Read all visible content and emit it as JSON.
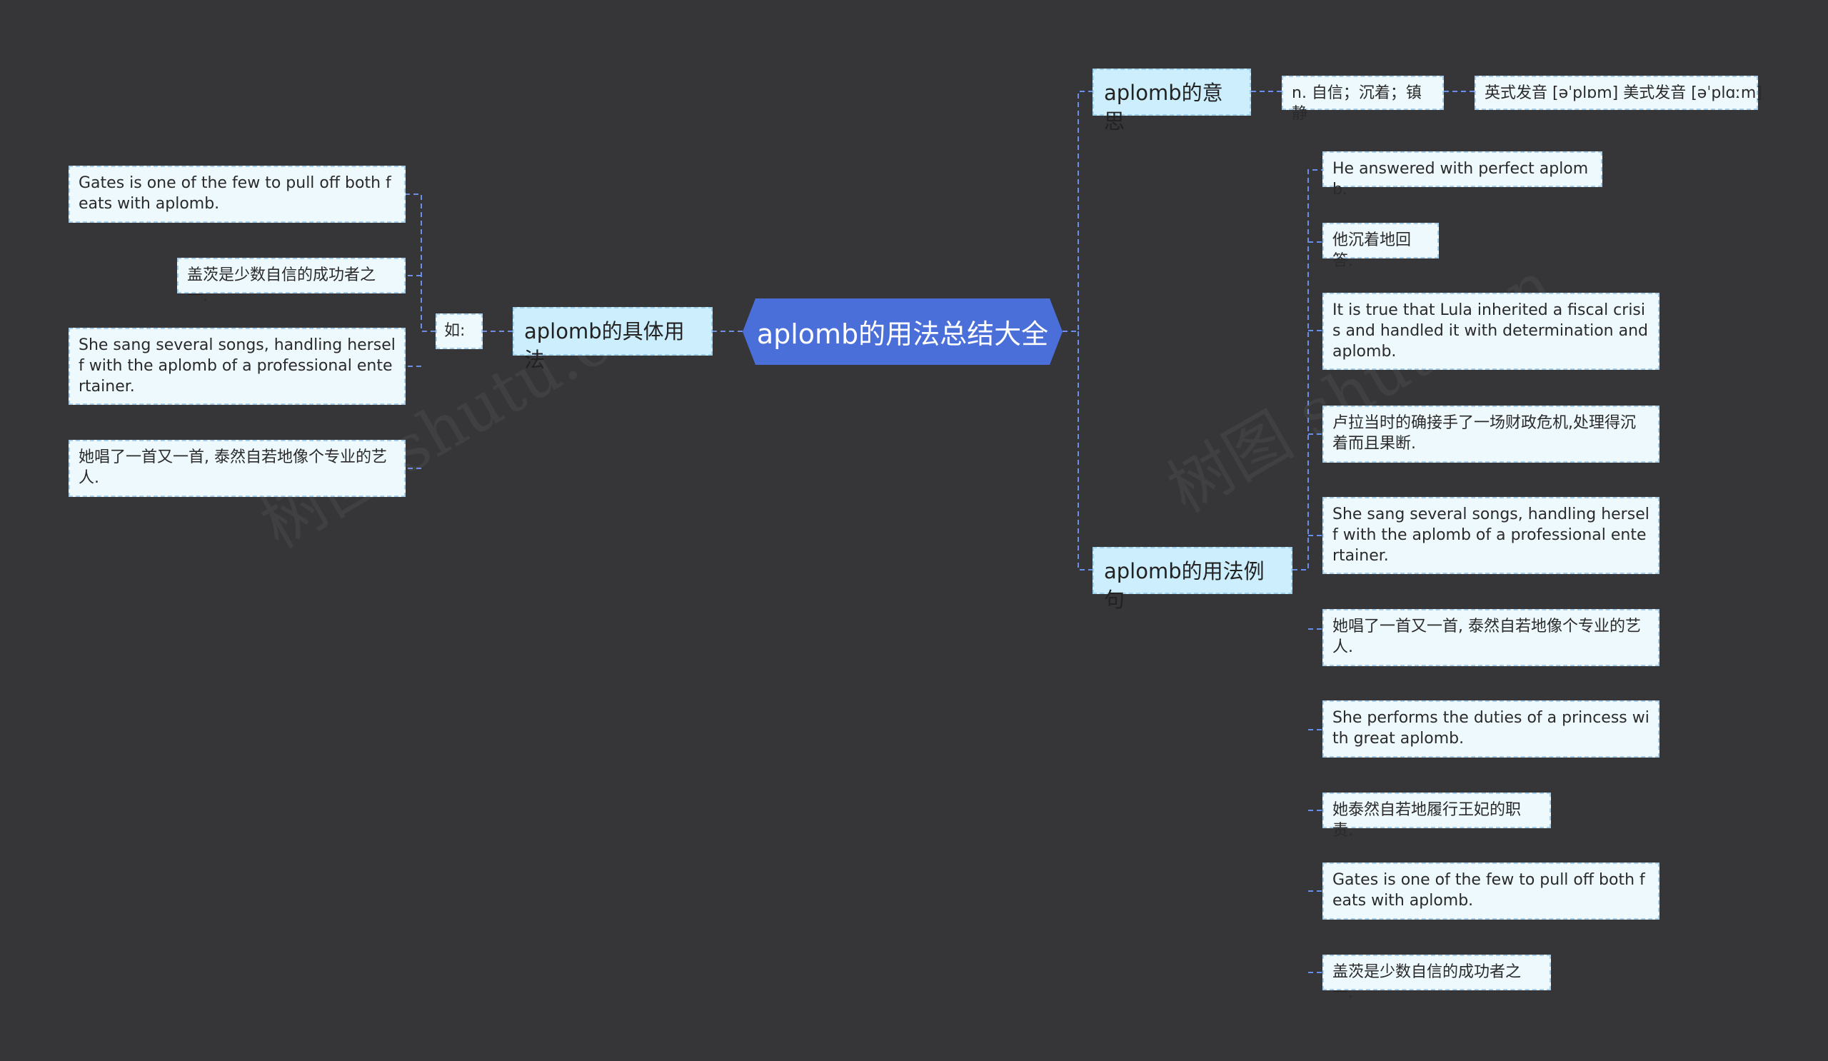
{
  "root": {
    "label": "aplomb的用法总结大全"
  },
  "branches": {
    "meaning": {
      "label": "aplomb的意思",
      "definition": "n. 自信；沉着；镇静",
      "pronunciation": "英式发音 [əˈplɒm] 美式发音 [əˈplɑːm]"
    },
    "usage": {
      "label": "aplomb的具体用法",
      "sub_label": "如:",
      "items": [
        "Gates is one of the few to pull off both feats with aplomb.",
        "盖茨是少数自信的成功者之一.",
        "She sang several songs, handling herself with the aplomb of a professional entertainer.",
        "她唱了一首又一首, 泰然自若地像个专业的艺人."
      ]
    },
    "examples": {
      "label": "aplomb的用法例句",
      "items": [
        "He answered with perfect aplomb.",
        "他沉着地回答.",
        "It is true that Lula inherited a fiscal crisis and handled it with determination and aplomb.",
        "卢拉当时的确接手了一场财政危机,处理得沉着而且果断.",
        "She sang several songs, handling herself with the aplomb of a professional entertainer.",
        "她唱了一首又一首, 泰然自若地像个专业的艺人.",
        "She performs the duties of a princess with great aplomb.",
        "她泰然自若地履行王妃的职责.",
        "Gates is one of the few to pull off both feats with aplomb.",
        "盖茨是少数自信的成功者之一."
      ]
    }
  },
  "colors": {
    "background": "#363538",
    "root_fill": "#4b6fd9",
    "branch_fill": "#cdeefd",
    "leaf_fill": "#eef9fd",
    "connector": "#6b8fe6"
  }
}
